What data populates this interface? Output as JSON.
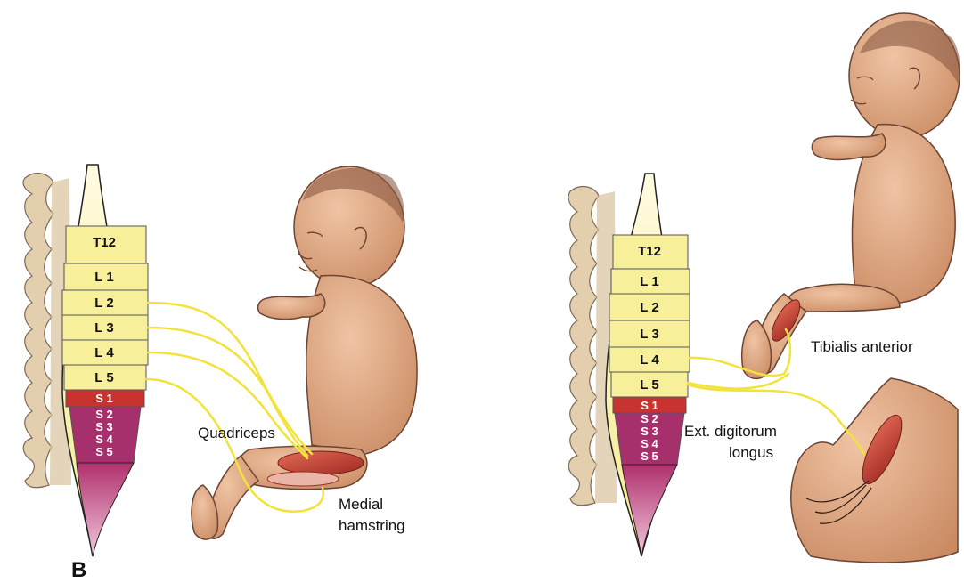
{
  "panel_label": "B",
  "colors": {
    "lumbar_segment": "#f7ef9a",
    "sacral_s1": "#c8332f",
    "sacral_lower": "#a5306b",
    "nerve": "#f2e23a",
    "bone": "#e3cfae",
    "skin": "#d9a07d",
    "muscle": "#c0392b"
  },
  "left_panel": {
    "spine_segments": [
      "T12",
      "L 1",
      "L 2",
      "L 3",
      "L 4",
      "L 5"
    ],
    "sacral_segments": [
      "S 1",
      "S 2",
      "S 3",
      "S 4",
      "S 5"
    ],
    "muscle_labels": {
      "quadriceps": "Quadriceps",
      "medial_hamstring_line1": "Medial",
      "medial_hamstring_line2": "hamstring"
    }
  },
  "right_panel": {
    "spine_segments": [
      "T12",
      "L 1",
      "L 2",
      "L 3",
      "L 4",
      "L 5"
    ],
    "sacral_segments": [
      "S 1",
      "S 2",
      "S 3",
      "S 4",
      "S 5"
    ],
    "muscle_labels": {
      "tibialis_anterior": "Tibialis anterior",
      "ext_digitorum_line1": "Ext. digitorum",
      "ext_digitorum_line2": "longus"
    }
  }
}
